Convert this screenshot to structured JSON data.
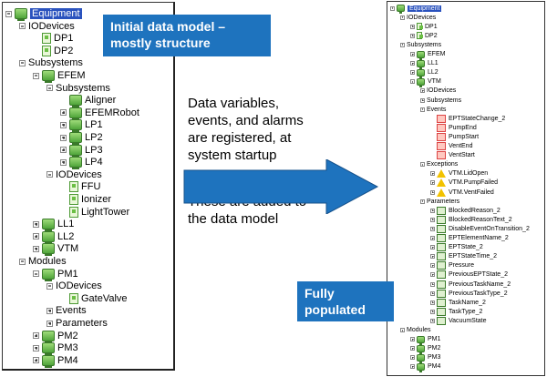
{
  "left_tree": [
    {
      "label": "Equipment",
      "icon": "equipment-icon",
      "toggle": "minus",
      "selected": true,
      "indent": 0
    },
    {
      "label": "IODevices",
      "icon": "",
      "toggle": "minus",
      "indent": 1
    },
    {
      "label": "DP1",
      "icon": "io-device-icon",
      "toggle": "none",
      "indent": 2
    },
    {
      "label": "DP2",
      "icon": "io-device-icon",
      "toggle": "none",
      "indent": 2
    },
    {
      "label": "Subsystems",
      "icon": "",
      "toggle": "minus",
      "indent": 1
    },
    {
      "label": "EFEM",
      "icon": "equipment-icon",
      "toggle": "minus",
      "indent": 2
    },
    {
      "label": "Subsystems",
      "icon": "",
      "toggle": "minus",
      "indent": 3
    },
    {
      "label": "Aligner",
      "icon": "equipment-icon",
      "toggle": "none",
      "indent": 4
    },
    {
      "label": "EFEMRobot",
      "icon": "equipment-icon",
      "toggle": "plus",
      "indent": 4
    },
    {
      "label": "LP1",
      "icon": "equipment-icon",
      "toggle": "plus",
      "indent": 4
    },
    {
      "label": "LP2",
      "icon": "equipment-icon",
      "toggle": "plus",
      "indent": 4
    },
    {
      "label": "LP3",
      "icon": "equipment-icon",
      "toggle": "plus",
      "indent": 4
    },
    {
      "label": "LP4",
      "icon": "equipment-icon",
      "toggle": "plus",
      "indent": 4
    },
    {
      "label": "IODevices",
      "icon": "",
      "toggle": "minus",
      "indent": 3
    },
    {
      "label": "FFU",
      "icon": "io-device-icon",
      "toggle": "none",
      "indent": 4
    },
    {
      "label": "Ionizer",
      "icon": "io-device-icon",
      "toggle": "none",
      "indent": 4
    },
    {
      "label": "LightTower",
      "icon": "io-device-icon",
      "toggle": "none",
      "indent": 4
    },
    {
      "label": "LL1",
      "icon": "equipment-icon",
      "toggle": "plus",
      "indent": 2
    },
    {
      "label": "LL2",
      "icon": "equipment-icon",
      "toggle": "plus",
      "indent": 2
    },
    {
      "label": "VTM",
      "icon": "equipment-icon",
      "toggle": "plus",
      "indent": 2
    },
    {
      "label": "Modules",
      "icon": "",
      "toggle": "minus",
      "indent": 1
    },
    {
      "label": "PM1",
      "icon": "equipment-icon",
      "toggle": "minus",
      "indent": 2
    },
    {
      "label": "IODevices",
      "icon": "",
      "toggle": "minus",
      "indent": 3
    },
    {
      "label": "GateValve",
      "icon": "io-device-icon",
      "toggle": "none",
      "indent": 4
    },
    {
      "label": "Events",
      "icon": "",
      "toggle": "plus",
      "indent": 3
    },
    {
      "label": "Parameters",
      "icon": "",
      "toggle": "plus",
      "indent": 3
    },
    {
      "label": "PM2",
      "icon": "equipment-icon",
      "toggle": "plus",
      "indent": 2
    },
    {
      "label": "PM3",
      "icon": "equipment-icon",
      "toggle": "plus",
      "indent": 2
    },
    {
      "label": "PM4",
      "icon": "equipment-icon",
      "toggle": "plus",
      "indent": 2
    }
  ],
  "right_tree": [
    {
      "label": "Equipment",
      "icon": "equipment-icon",
      "toggle": "minus",
      "selected": true,
      "indent": 0
    },
    {
      "label": "IODevices",
      "icon": "",
      "toggle": "minus",
      "indent": 1
    },
    {
      "label": "DP1",
      "icon": "io-device-icon",
      "toggle": "plus",
      "indent": 2
    },
    {
      "label": "DP2",
      "icon": "io-device-icon",
      "toggle": "plus",
      "indent": 2
    },
    {
      "label": "Subsystems",
      "icon": "",
      "toggle": "minus",
      "indent": 1
    },
    {
      "label": "EFEM",
      "icon": "equipment-icon",
      "toggle": "plus",
      "indent": 2
    },
    {
      "label": "LL1",
      "icon": "equipment-icon",
      "toggle": "plus",
      "indent": 2
    },
    {
      "label": "LL2",
      "icon": "equipment-icon",
      "toggle": "plus",
      "indent": 2
    },
    {
      "label": "VTM",
      "icon": "equipment-icon",
      "toggle": "minus",
      "indent": 2
    },
    {
      "label": "IODevices",
      "icon": "",
      "toggle": "plus",
      "indent": 3
    },
    {
      "label": "Subsystems",
      "icon": "",
      "toggle": "plus",
      "indent": 3
    },
    {
      "label": "Events",
      "icon": "",
      "toggle": "minus",
      "indent": 3
    },
    {
      "label": "EPTStateChange_2",
      "icon": "event-icon",
      "toggle": "none",
      "indent": 4
    },
    {
      "label": "PumpEnd",
      "icon": "event-icon",
      "toggle": "none",
      "indent": 4
    },
    {
      "label": "PumpStart",
      "icon": "event-icon",
      "toggle": "none",
      "indent": 4
    },
    {
      "label": "VentEnd",
      "icon": "event-icon",
      "toggle": "none",
      "indent": 4
    },
    {
      "label": "VentStart",
      "icon": "event-icon",
      "toggle": "none",
      "indent": 4
    },
    {
      "label": "Exceptions",
      "icon": "",
      "toggle": "minus",
      "indent": 3
    },
    {
      "label": "VTM.LidOpen",
      "icon": "exception-icon",
      "toggle": "plus",
      "indent": 4
    },
    {
      "label": "VTM.PumpFailed",
      "icon": "exception-icon",
      "toggle": "plus",
      "indent": 4
    },
    {
      "label": "VTM.VentFailed",
      "icon": "exception-icon",
      "toggle": "plus",
      "indent": 4
    },
    {
      "label": "Parameters",
      "icon": "",
      "toggle": "minus",
      "indent": 3
    },
    {
      "label": "BlockedReason_2",
      "icon": "parameter-icon",
      "toggle": "plus",
      "indent": 4
    },
    {
      "label": "BlockedReasonText_2",
      "icon": "parameter-icon",
      "toggle": "plus",
      "indent": 4
    },
    {
      "label": "DisableEventOnTransition_2",
      "icon": "parameter-icon",
      "toggle": "plus",
      "indent": 4
    },
    {
      "label": "EPTElementName_2",
      "icon": "parameter-icon",
      "toggle": "plus",
      "indent": 4
    },
    {
      "label": "EPTState_2",
      "icon": "parameter-icon",
      "toggle": "plus",
      "indent": 4
    },
    {
      "label": "EPTStateTime_2",
      "icon": "parameter-icon",
      "toggle": "plus",
      "indent": 4
    },
    {
      "label": "Pressure",
      "icon": "parameter-icon",
      "toggle": "plus",
      "indent": 4
    },
    {
      "label": "PreviousEPTState_2",
      "icon": "parameter-icon",
      "toggle": "plus",
      "indent": 4
    },
    {
      "label": "PreviousTaskName_2",
      "icon": "parameter-icon",
      "toggle": "plus",
      "indent": 4
    },
    {
      "label": "PreviousTaskType_2",
      "icon": "parameter-icon",
      "toggle": "plus",
      "indent": 4
    },
    {
      "label": "TaskName_2",
      "icon": "parameter-icon",
      "toggle": "plus",
      "indent": 4
    },
    {
      "label": "TaskType_2",
      "icon": "parameter-icon",
      "toggle": "plus",
      "indent": 4
    },
    {
      "label": "VacuumState",
      "icon": "parameter-icon",
      "toggle": "plus",
      "indent": 4
    },
    {
      "label": "Modules",
      "icon": "",
      "toggle": "minus",
      "indent": 1
    },
    {
      "label": "PM1",
      "icon": "equipment-icon",
      "toggle": "plus",
      "indent": 2
    },
    {
      "label": "PM2",
      "icon": "equipment-icon",
      "toggle": "plus",
      "indent": 2
    },
    {
      "label": "PM3",
      "icon": "equipment-icon",
      "toggle": "plus",
      "indent": 2
    },
    {
      "label": "PM4",
      "icon": "equipment-icon",
      "toggle": "plus",
      "indent": 2
    }
  ],
  "callouts": {
    "initial": "Initial data model – mostly structure",
    "full": "Fully populated data model"
  },
  "text": {
    "registered": "Data variables, events, and alarms are registered, at system startup",
    "added": "These are added to the data model"
  },
  "colors": {
    "callout_bg": "#1e73be",
    "arrow": "#1e73be",
    "selection": "#2a52be"
  }
}
